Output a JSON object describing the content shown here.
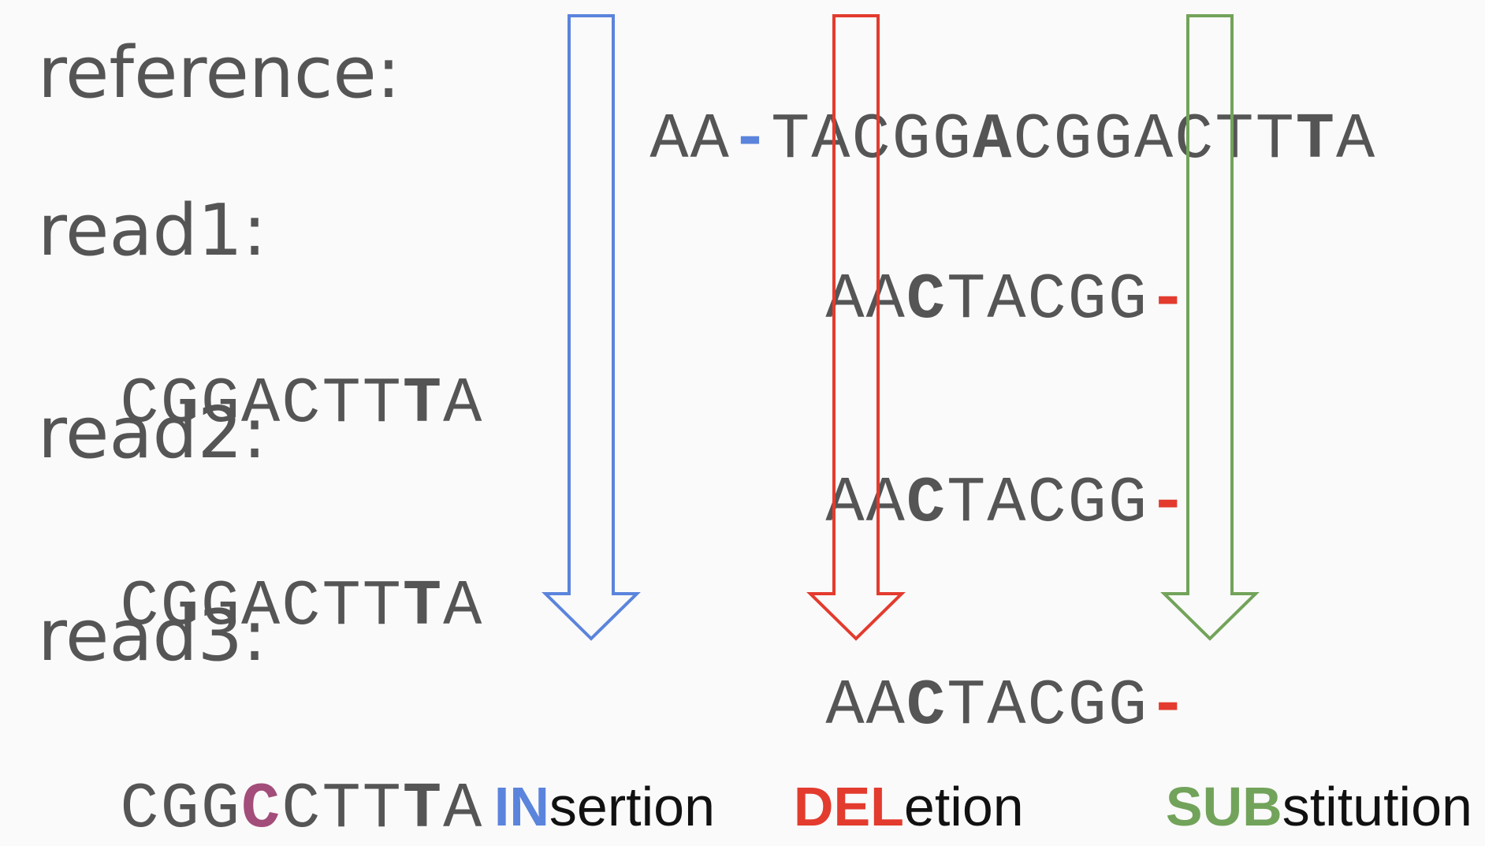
{
  "labels": {
    "reference": "reference:",
    "read1": "read1:",
    "read2": "read2:",
    "read3": "read3:"
  },
  "reference": {
    "seg1": "AA",
    "gap": "-",
    "seg2": "TACGG",
    "bold1": "A",
    "seg3": "CGGACTT",
    "bold2": "T",
    "seg4": "A"
  },
  "reads": [
    {
      "main": {
        "pre": "AA",
        "bold": "C",
        "post": "TACGG",
        "gap": "-"
      },
      "tail": {
        "pre": "CGGACTT",
        "bold": "T",
        "post": "A"
      }
    },
    {
      "main": {
        "pre": "AA",
        "bold": "C",
        "post": "TACGG",
        "gap": "-"
      },
      "tail": {
        "pre": "CGGACTT",
        "bold": "T",
        "post": "A"
      }
    },
    {
      "main": {
        "pre": "AA",
        "bold": "C",
        "post": "TACGG",
        "gap": "-"
      },
      "tail": {
        "pre": "CGG",
        "sub": "C",
        "mid": "CTT",
        "bold": "T",
        "post": "A"
      }
    }
  ],
  "legend": {
    "insertion": {
      "highlight": "IN",
      "rest": "sertion"
    },
    "deletion": {
      "highlight": "DEL",
      "rest": "etion"
    },
    "substitution": {
      "highlight": "SUB",
      "rest": "stitution"
    }
  },
  "colors": {
    "insertion": "#5b84dc",
    "deletion": "#e33b2e",
    "substitution": "#72a35a",
    "substituted_base": "#a34d7a",
    "text": "#555555"
  },
  "icons": [
    "insertion-arrow-icon",
    "deletion-arrow-icon",
    "substitution-arrow-icon"
  ]
}
